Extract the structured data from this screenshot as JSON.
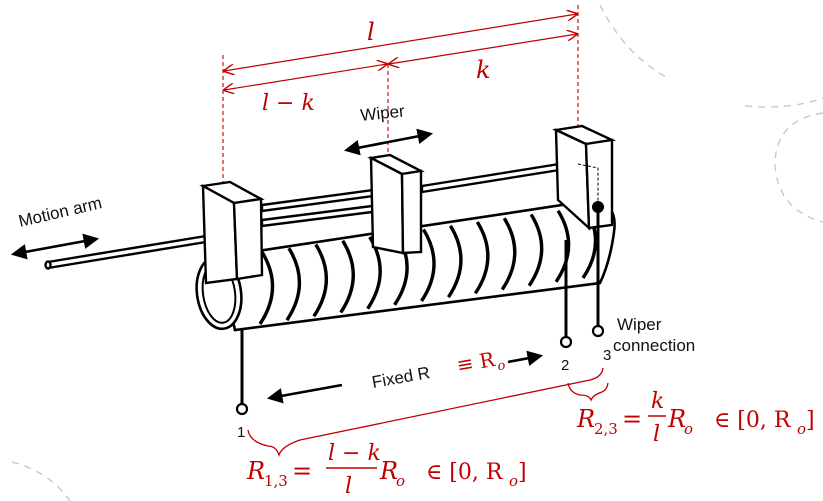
{
  "diagram": {
    "title": "Potentiometer (wire-wound) with wiper",
    "colors": {
      "annotation": "#c00000",
      "drawing": "#000000",
      "background": "#ffffff",
      "decor_dashes": "#c8c8c8"
    },
    "dimensions": {
      "total_length": "l",
      "right_segment": "k",
      "left_segment": "l − k"
    },
    "labels": {
      "wiper": "Wiper",
      "motion_arm": "Motion arm",
      "fixed_r_text": "Fixed  R",
      "fixed_r_equiv": "≡ R",
      "fixed_r_sub": "o",
      "wiper_connection_line1": "Wiper",
      "wiper_connection_line2": "connection"
    },
    "terminals": [
      {
        "id": "1",
        "label": "1"
      },
      {
        "id": "2",
        "label": "2"
      },
      {
        "id": "3",
        "label": "3"
      }
    ],
    "formulas": {
      "r13": {
        "lhs": "R",
        "lhs_sub": "1,3",
        "eq": "=",
        "numerator": "l − k",
        "denominator": "l",
        "factor": "R",
        "factor_sub": "o",
        "range": "∈ [0, R",
        "range_sub": "o",
        "range_close": "]"
      },
      "r23": {
        "lhs": "R",
        "lhs_sub": "2,3",
        "eq": "=",
        "numerator": "k",
        "denominator": "l",
        "factor": "R",
        "factor_sub": "o",
        "range": "∈ [0, R",
        "range_sub": "o",
        "range_close": "]"
      }
    }
  }
}
